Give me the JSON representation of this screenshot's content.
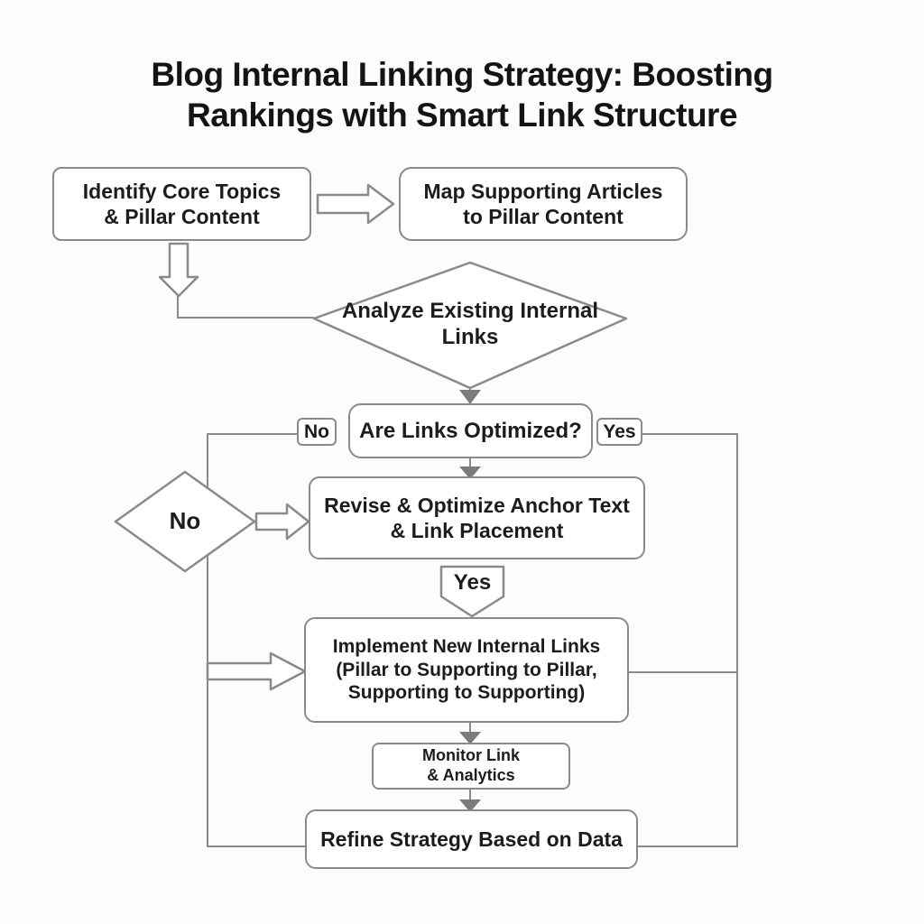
{
  "title": "Blog Internal Linking Strategy: Boosting\nRankings with Smart Link Structure",
  "flowchart": {
    "identify": "Identify Core Topics\n& Pillar Content",
    "map": "Map Supporting Articles\nto Pillar Content",
    "analyze": "Analyze Existing Internal\nLinks",
    "optimized": "Are Links Optimized?",
    "no_branch": "No",
    "yes_branch": "Yes",
    "no_decision": "No",
    "revise": "Revise & Optimize Anchor Text\n& Link Placement",
    "yes_connector": "Yes",
    "implement": "Implement New Internal Links\n(Pillar to Supporting to Pillar,\nSupporting to Supporting)",
    "monitor": "Monitor Link\n& Analytics",
    "refine": "Refine Strategy Based on Data"
  },
  "colors": {
    "background": "#fcfcfc",
    "node_fill": "#ffffff",
    "stroke": "#8a8a8a",
    "text": "#1c1c1c",
    "arrowhead": "#7b7b7b"
  }
}
